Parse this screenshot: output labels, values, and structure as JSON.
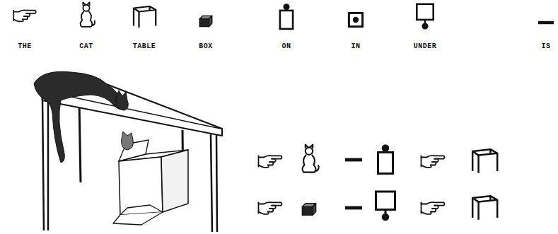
{
  "diagram": {
    "labels": [
      "THE",
      "CAT",
      "TABLE",
      "BOX",
      "ON",
      "IN",
      "UNDER",
      "IS"
    ]
  }
}
